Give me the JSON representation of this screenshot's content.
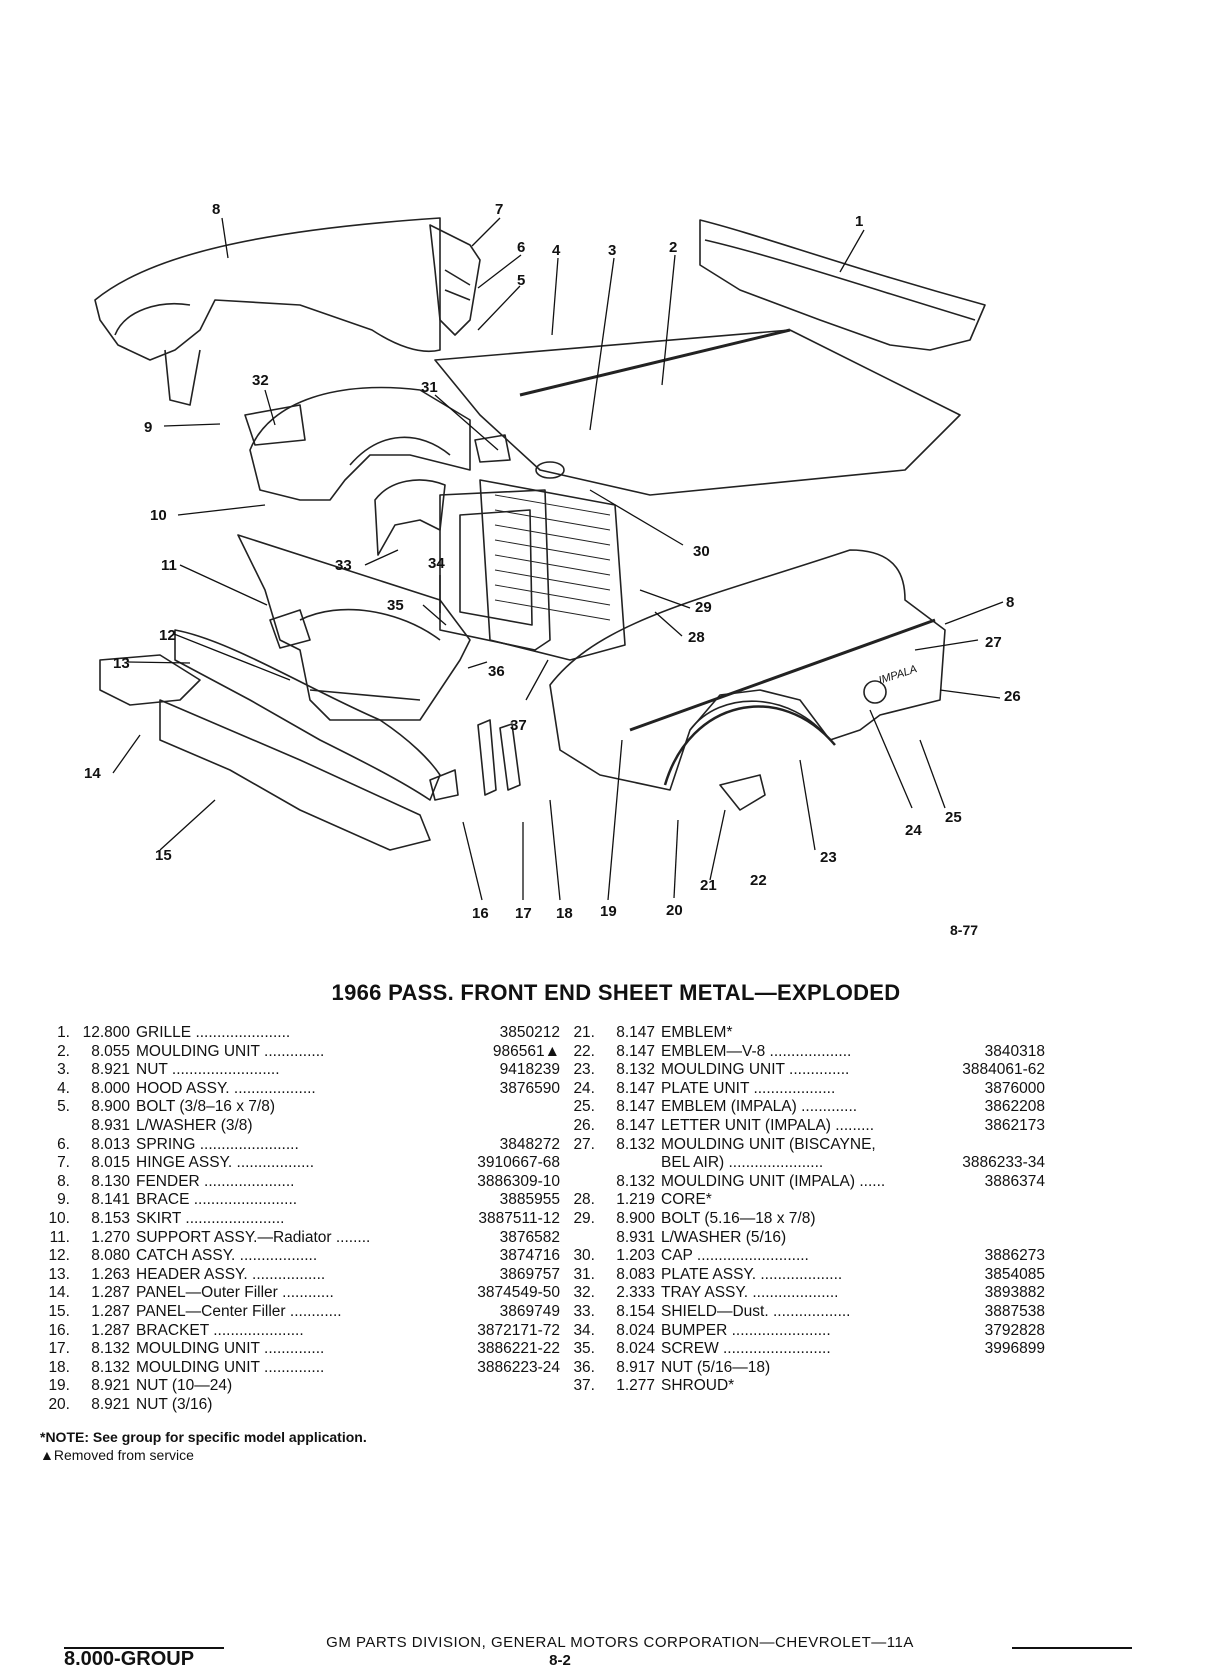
{
  "figure_code": "8-77",
  "title": "1966 PASS. FRONT END SHEET METAL—EXPLODED",
  "callouts": [
    "1",
    "2",
    "3",
    "4",
    "5",
    "6",
    "7",
    "8",
    "9",
    "10",
    "11",
    "12",
    "13",
    "14",
    "15",
    "16",
    "17",
    "18",
    "19",
    "20",
    "21",
    "22",
    "23",
    "24",
    "25",
    "26",
    "27",
    "28",
    "29",
    "30",
    "31",
    "32",
    "33",
    "34",
    "35",
    "36",
    "37"
  ],
  "callout_8b": "8",
  "emblem_text": "IMPALA",
  "parts_left": [
    {
      "num": "1.",
      "group": "12.800",
      "desc": "GRILLE ......................",
      "part": "3850212"
    },
    {
      "num": "2.",
      "group": "8.055",
      "desc": "MOULDING UNIT ..............",
      "part": "986561▲"
    },
    {
      "num": "3.",
      "group": "8.921",
      "desc": "NUT .........................",
      "part": "9418239"
    },
    {
      "num": "4.",
      "group": "8.000",
      "desc": "HOOD ASSY. ...................",
      "part": "3876590"
    },
    {
      "num": "5.",
      "group": "8.900",
      "desc": "BOLT (3/8–16 x 7/8)",
      "part": ""
    },
    {
      "num": "",
      "group": "8.931",
      "desc": "L/WASHER (3/8)",
      "part": ""
    },
    {
      "num": "6.",
      "group": "8.013",
      "desc": "SPRING .......................",
      "part": "3848272"
    },
    {
      "num": "7.",
      "group": "8.015",
      "desc": "HINGE ASSY. ..................",
      "part": "3910667-68"
    },
    {
      "num": "8.",
      "group": "8.130",
      "desc": "FENDER .....................",
      "part": "3886309-10"
    },
    {
      "num": "9.",
      "group": "8.141",
      "desc": "BRACE ........................",
      "part": "3885955"
    },
    {
      "num": "10.",
      "group": "8.153",
      "desc": "SKIRT .......................",
      "part": "3887511-12"
    },
    {
      "num": "11.",
      "group": "1.270",
      "desc": "SUPPORT ASSY.—Radiator ........",
      "part": "3876582"
    },
    {
      "num": "12.",
      "group": "8.080",
      "desc": "CATCH ASSY. ..................",
      "part": "3874716"
    },
    {
      "num": "13.",
      "group": "1.263",
      "desc": "HEADER ASSY. .................",
      "part": "3869757"
    },
    {
      "num": "14.",
      "group": "1.287",
      "desc": "PANEL—Outer Filler ............",
      "part": "3874549-50"
    },
    {
      "num": "15.",
      "group": "1.287",
      "desc": "PANEL—Center Filler ............",
      "part": "3869749"
    },
    {
      "num": "16.",
      "group": "1.287",
      "desc": "BRACKET .....................",
      "part": "3872171-72"
    },
    {
      "num": "17.",
      "group": "8.132",
      "desc": "MOULDING UNIT ..............",
      "part": "3886221-22"
    },
    {
      "num": "18.",
      "group": "8.132",
      "desc": "MOULDING UNIT ..............",
      "part": "3886223-24"
    },
    {
      "num": "19.",
      "group": "8.921",
      "desc": "NUT (10—24)",
      "part": ""
    },
    {
      "num": "20.",
      "group": "8.921",
      "desc": "NUT (3/16)",
      "part": ""
    }
  ],
  "parts_right": [
    {
      "num": "21.",
      "group": "8.147",
      "desc": "EMBLEM*",
      "part": ""
    },
    {
      "num": "22.",
      "group": "8.147",
      "desc": "EMBLEM—V-8 ...................",
      "part": "3840318"
    },
    {
      "num": "23.",
      "group": "8.132",
      "desc": "MOULDING UNIT ..............",
      "part": "3884061-62"
    },
    {
      "num": "24.",
      "group": "8.147",
      "desc": "PLATE UNIT ...................",
      "part": "3876000"
    },
    {
      "num": "25.",
      "group": "8.147",
      "desc": "EMBLEM (IMPALA) .............",
      "part": "3862208"
    },
    {
      "num": "26.",
      "group": "8.147",
      "desc": "LETTER UNIT (IMPALA) .........",
      "part": "3862173"
    },
    {
      "num": "27.",
      "group": "8.132",
      "desc": "MOULDING UNIT (BISCAYNE,",
      "part": ""
    },
    {
      "num": "",
      "group": "",
      "desc": "BEL AIR) ......................",
      "part": "3886233-34"
    },
    {
      "num": "",
      "group": "8.132",
      "desc": "MOULDING UNIT (IMPALA) ......",
      "part": "3886374"
    },
    {
      "num": "28.",
      "group": "1.219",
      "desc": "CORE*",
      "part": ""
    },
    {
      "num": "29.",
      "group": "8.900",
      "desc": "BOLT (5.16—18 x 7/8)",
      "part": ""
    },
    {
      "num": "",
      "group": "8.931",
      "desc": "L/WASHER (5/16)",
      "part": ""
    },
    {
      "num": "30.",
      "group": "1.203",
      "desc": "CAP ..........................",
      "part": "3886273"
    },
    {
      "num": "31.",
      "group": "8.083",
      "desc": "PLATE ASSY. ...................",
      "part": "3854085"
    },
    {
      "num": "32.",
      "group": "2.333",
      "desc": "TRAY ASSY. ....................",
      "part": "3893882"
    },
    {
      "num": "33.",
      "group": "8.154",
      "desc": "SHIELD—Dust. ..................",
      "part": "3887538"
    },
    {
      "num": "34.",
      "group": "8.024",
      "desc": "BUMPER .......................",
      "part": "3792828"
    },
    {
      "num": "35.",
      "group": "8.024",
      "desc": "SCREW .........................",
      "part": "3996899"
    },
    {
      "num": "36.",
      "group": "8.917",
      "desc": "NUT (5/16—18)",
      "part": ""
    },
    {
      "num": "37.",
      "group": "1.277",
      "desc": "SHROUD*",
      "part": ""
    }
  ],
  "notes": {
    "note": "*NOTE: See group for specific model application.",
    "removed": "▲Removed from service"
  },
  "footer": {
    "division": "GM PARTS DIVISION, GENERAL MOTORS CORPORATION—CHEVROLET—11A",
    "group": "8.000-GROUP",
    "page": "8-2"
  }
}
